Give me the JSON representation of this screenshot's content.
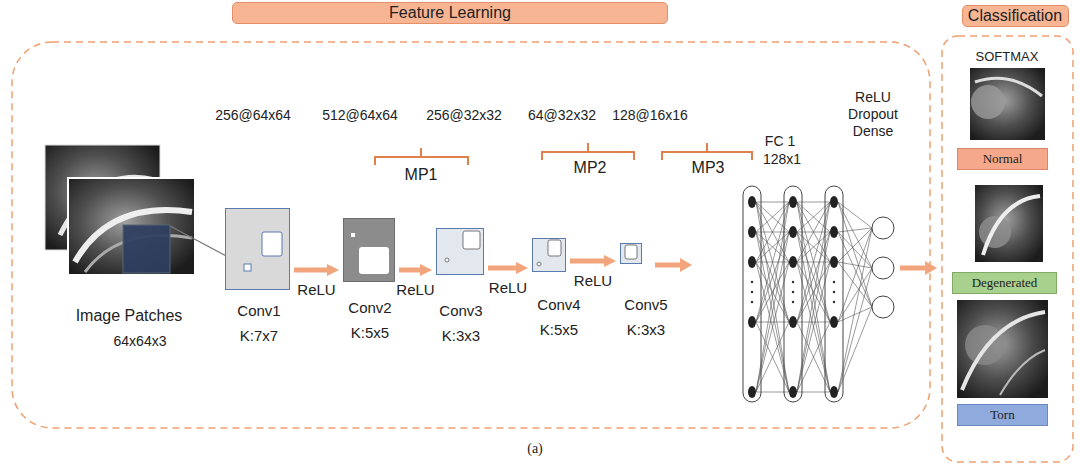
{
  "diagram": {
    "caption": "(a)",
    "nodes": [
      {
        "text": [
          "Feature Learning"
        ]
      },
      {
        "text": [
          "Classification"
        ]
      },
      {
        "text": [
          "Conv1",
          "K:7x7"
        ]
      },
      {
        "text": [
          "Conv2",
          "K:5x5"
        ]
      },
      {
        "text": [
          "Conv3",
          "K:3x3"
        ]
      },
      {
        "text": [
          "Conv4",
          "K:5x5"
        ]
      },
      {
        "text": [
          "Conv5",
          "K:3x3"
        ]
      },
      {
        "text": [
          "Normal"
        ]
      },
      {
        "text": [
          "Degenerated"
        ]
      },
      {
        "text": [
          "Torn"
        ]
      }
    ],
    "edges": [
      {
        "from": 2,
        "to": 3,
        "arrow": "to",
        "label": "ReLU"
      },
      {
        "from": 3,
        "to": 4,
        "arrow": "to",
        "label": "ReLU"
      },
      {
        "from": 4,
        "to": 5,
        "arrow": "to",
        "label": "ReLU"
      },
      {
        "from": 5,
        "to": 6,
        "arrow": "to",
        "label": "ReLU"
      }
    ],
    "labels": [
      "256@64x64",
      "512@64x64",
      "256@32x32",
      "64@32x32",
      "128@16x16",
      "MP1",
      "MP2",
      "MP3",
      "FC 1",
      "128x1",
      "ReLU",
      "Dropout",
      "Dense",
      "SOFTMAX",
      "Image Patches",
      "64x64x3"
    ]
  }
}
